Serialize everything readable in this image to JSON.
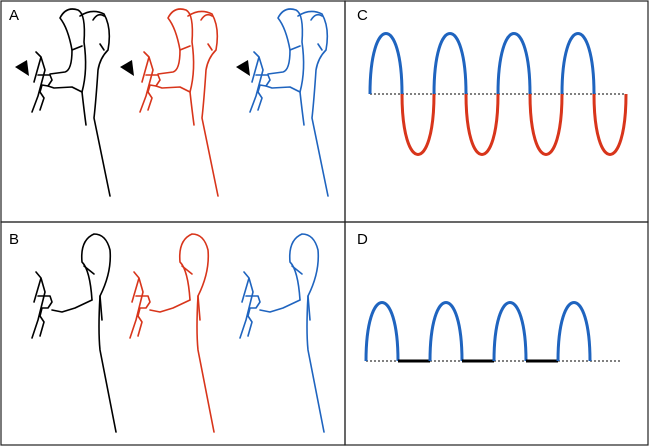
{
  "panels": [
    {
      "label": "A"
    },
    {
      "label": "C"
    },
    {
      "label": "B"
    },
    {
      "label": "D"
    }
  ],
  "colors": {
    "black": "#000000",
    "red": "#d8351b",
    "blue": "#1f64bf",
    "border": "#222222",
    "baseline": "#000000"
  },
  "icons": [
    "arrowhead-marker-icon"
  ],
  "chart_data": [
    {
      "type": "line",
      "panel": "C",
      "title": "",
      "xlabel": "",
      "ylabel": "",
      "cycles": 4,
      "series": [
        {
          "color": "#1f64bf",
          "y_range": [
            0,
            1
          ]
        },
        {
          "color": "#d8351b",
          "y_range": [
            -1,
            0
          ]
        }
      ]
    },
    {
      "type": "line",
      "panel": "D",
      "title": "",
      "xlabel": "",
      "ylabel": "",
      "cycles": 4,
      "series": [
        {
          "color": "#1f64bf",
          "y_range": [
            0,
            1
          ]
        },
        {
          "color": "#000000",
          "y_range": [
            0,
            0
          ]
        }
      ]
    }
  ]
}
